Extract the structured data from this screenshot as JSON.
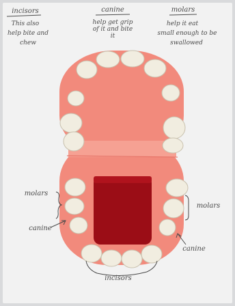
{
  "captions": {
    "incisors": {
      "title": "incisors",
      "line1": "This also",
      "line2": "help bite and",
      "line3": "chew"
    },
    "canine": {
      "title": "canine",
      "line1": "help get grip",
      "line2": "of it and bite",
      "line3": "it"
    },
    "molars": {
      "title": "molars",
      "line1": "help it eat",
      "line2": "small enough to be",
      "line3": "swallowed"
    }
  },
  "labels": {
    "molars_left": "molars",
    "canine_left": "canine",
    "molars_right": "molars",
    "canine_right": "canine",
    "incisors_bottom": "incisors"
  },
  "colors": {
    "background": "#d9dadc",
    "paper": "#f2f2f2",
    "gum": "#f28a7c",
    "gum_dark": "#e67367",
    "tongue": "#9b0d16",
    "tooth": "#f1ede0",
    "ink": "#4a4a4a"
  }
}
